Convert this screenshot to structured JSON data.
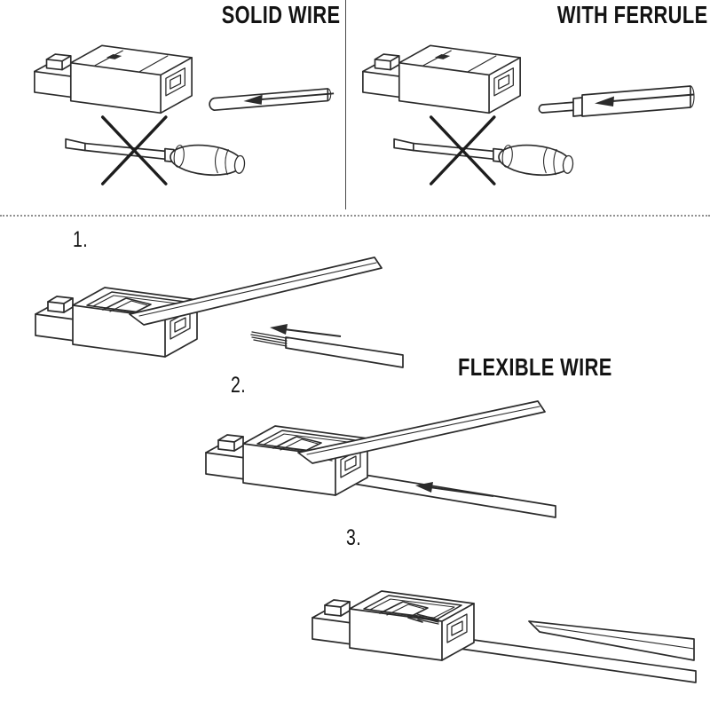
{
  "colors": {
    "line": "#2b2b2b",
    "background": "#ffffff",
    "divider": "#4a4a4a",
    "dotted_separator": "#909090"
  },
  "sections": {
    "top_left": {
      "title": "SOLID WIRE",
      "icons": [
        "push-in-connector",
        "solid-wire",
        "insert-arrow-left",
        "crossed-out-screwdriver"
      ]
    },
    "top_right": {
      "title": "WITH FERRULE",
      "icons": [
        "push-in-connector",
        "ferrule-wire",
        "insert-arrow-left",
        "crossed-out-screwdriver"
      ]
    },
    "bottom": {
      "title": "FLEXIBLE WIRE",
      "steps": [
        {
          "number": "1.",
          "icons": [
            "open-connector-with-screwdriver",
            "flexible-stranded-wire",
            "insert-arrow-left"
          ]
        },
        {
          "number": "2.",
          "icons": [
            "open-connector-with-screwdriver",
            "flexible-wire-inserted",
            "insert-arrow-left"
          ]
        },
        {
          "number": "3.",
          "icons": [
            "open-connector-wire-clamped",
            "screwdriver-blade-removed"
          ]
        }
      ]
    }
  }
}
